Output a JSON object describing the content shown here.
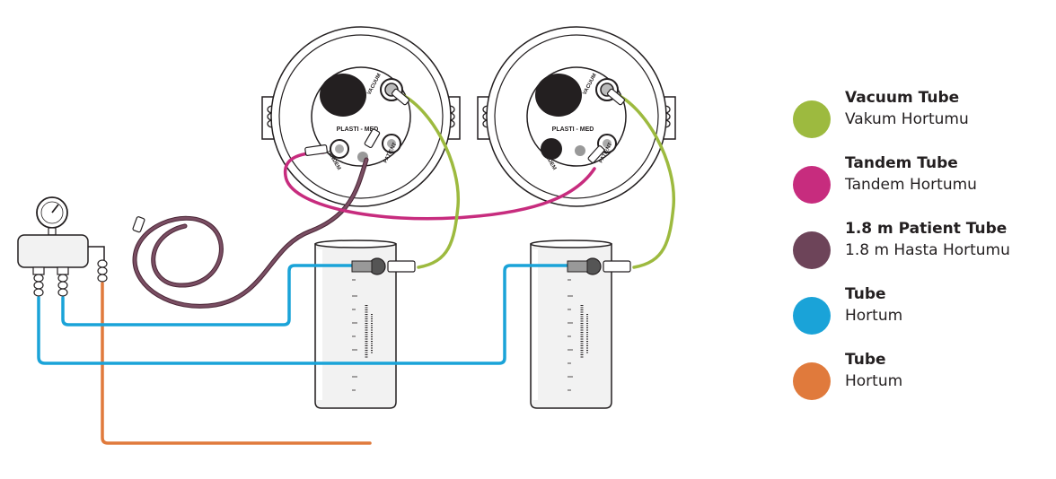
{
  "colors": {
    "vacuum": "#9dba3f",
    "tandem": "#c72c7e",
    "patient": "#6d4459",
    "tube_blue": "#1aa3d8",
    "tube_orange": "#e07a3c",
    "line": "#231f20"
  },
  "lids": [
    {
      "brand": "PLASTI - MED",
      "vacuum": "VACUUM",
      "tandem": "TANDEM",
      "patient": "PATIENT"
    },
    {
      "brand": "PLASTI - MED",
      "vacuum": "VACUUM",
      "tandem": "TANDEM",
      "patient": "PATIENT"
    }
  ],
  "legend": [
    {
      "key": "vacuum",
      "title": "Vacuum Tube",
      "subtitle": "Vakum Hortumu",
      "color": "#9dba3f"
    },
    {
      "key": "tandem",
      "title": "Tandem Tube",
      "subtitle": "Tandem Hortumu",
      "color": "#c72c7e"
    },
    {
      "key": "patient",
      "title": "1.8 m Patient Tube",
      "subtitle": "1.8 m Hasta Hortumu",
      "color": "#6d4459"
    },
    {
      "key": "tube_blue",
      "title": "Tube",
      "subtitle": "Hortum",
      "color": "#1aa3d8"
    },
    {
      "key": "tube_orange",
      "title": "Tube",
      "subtitle": "Hortum",
      "color": "#e07a3c"
    }
  ]
}
